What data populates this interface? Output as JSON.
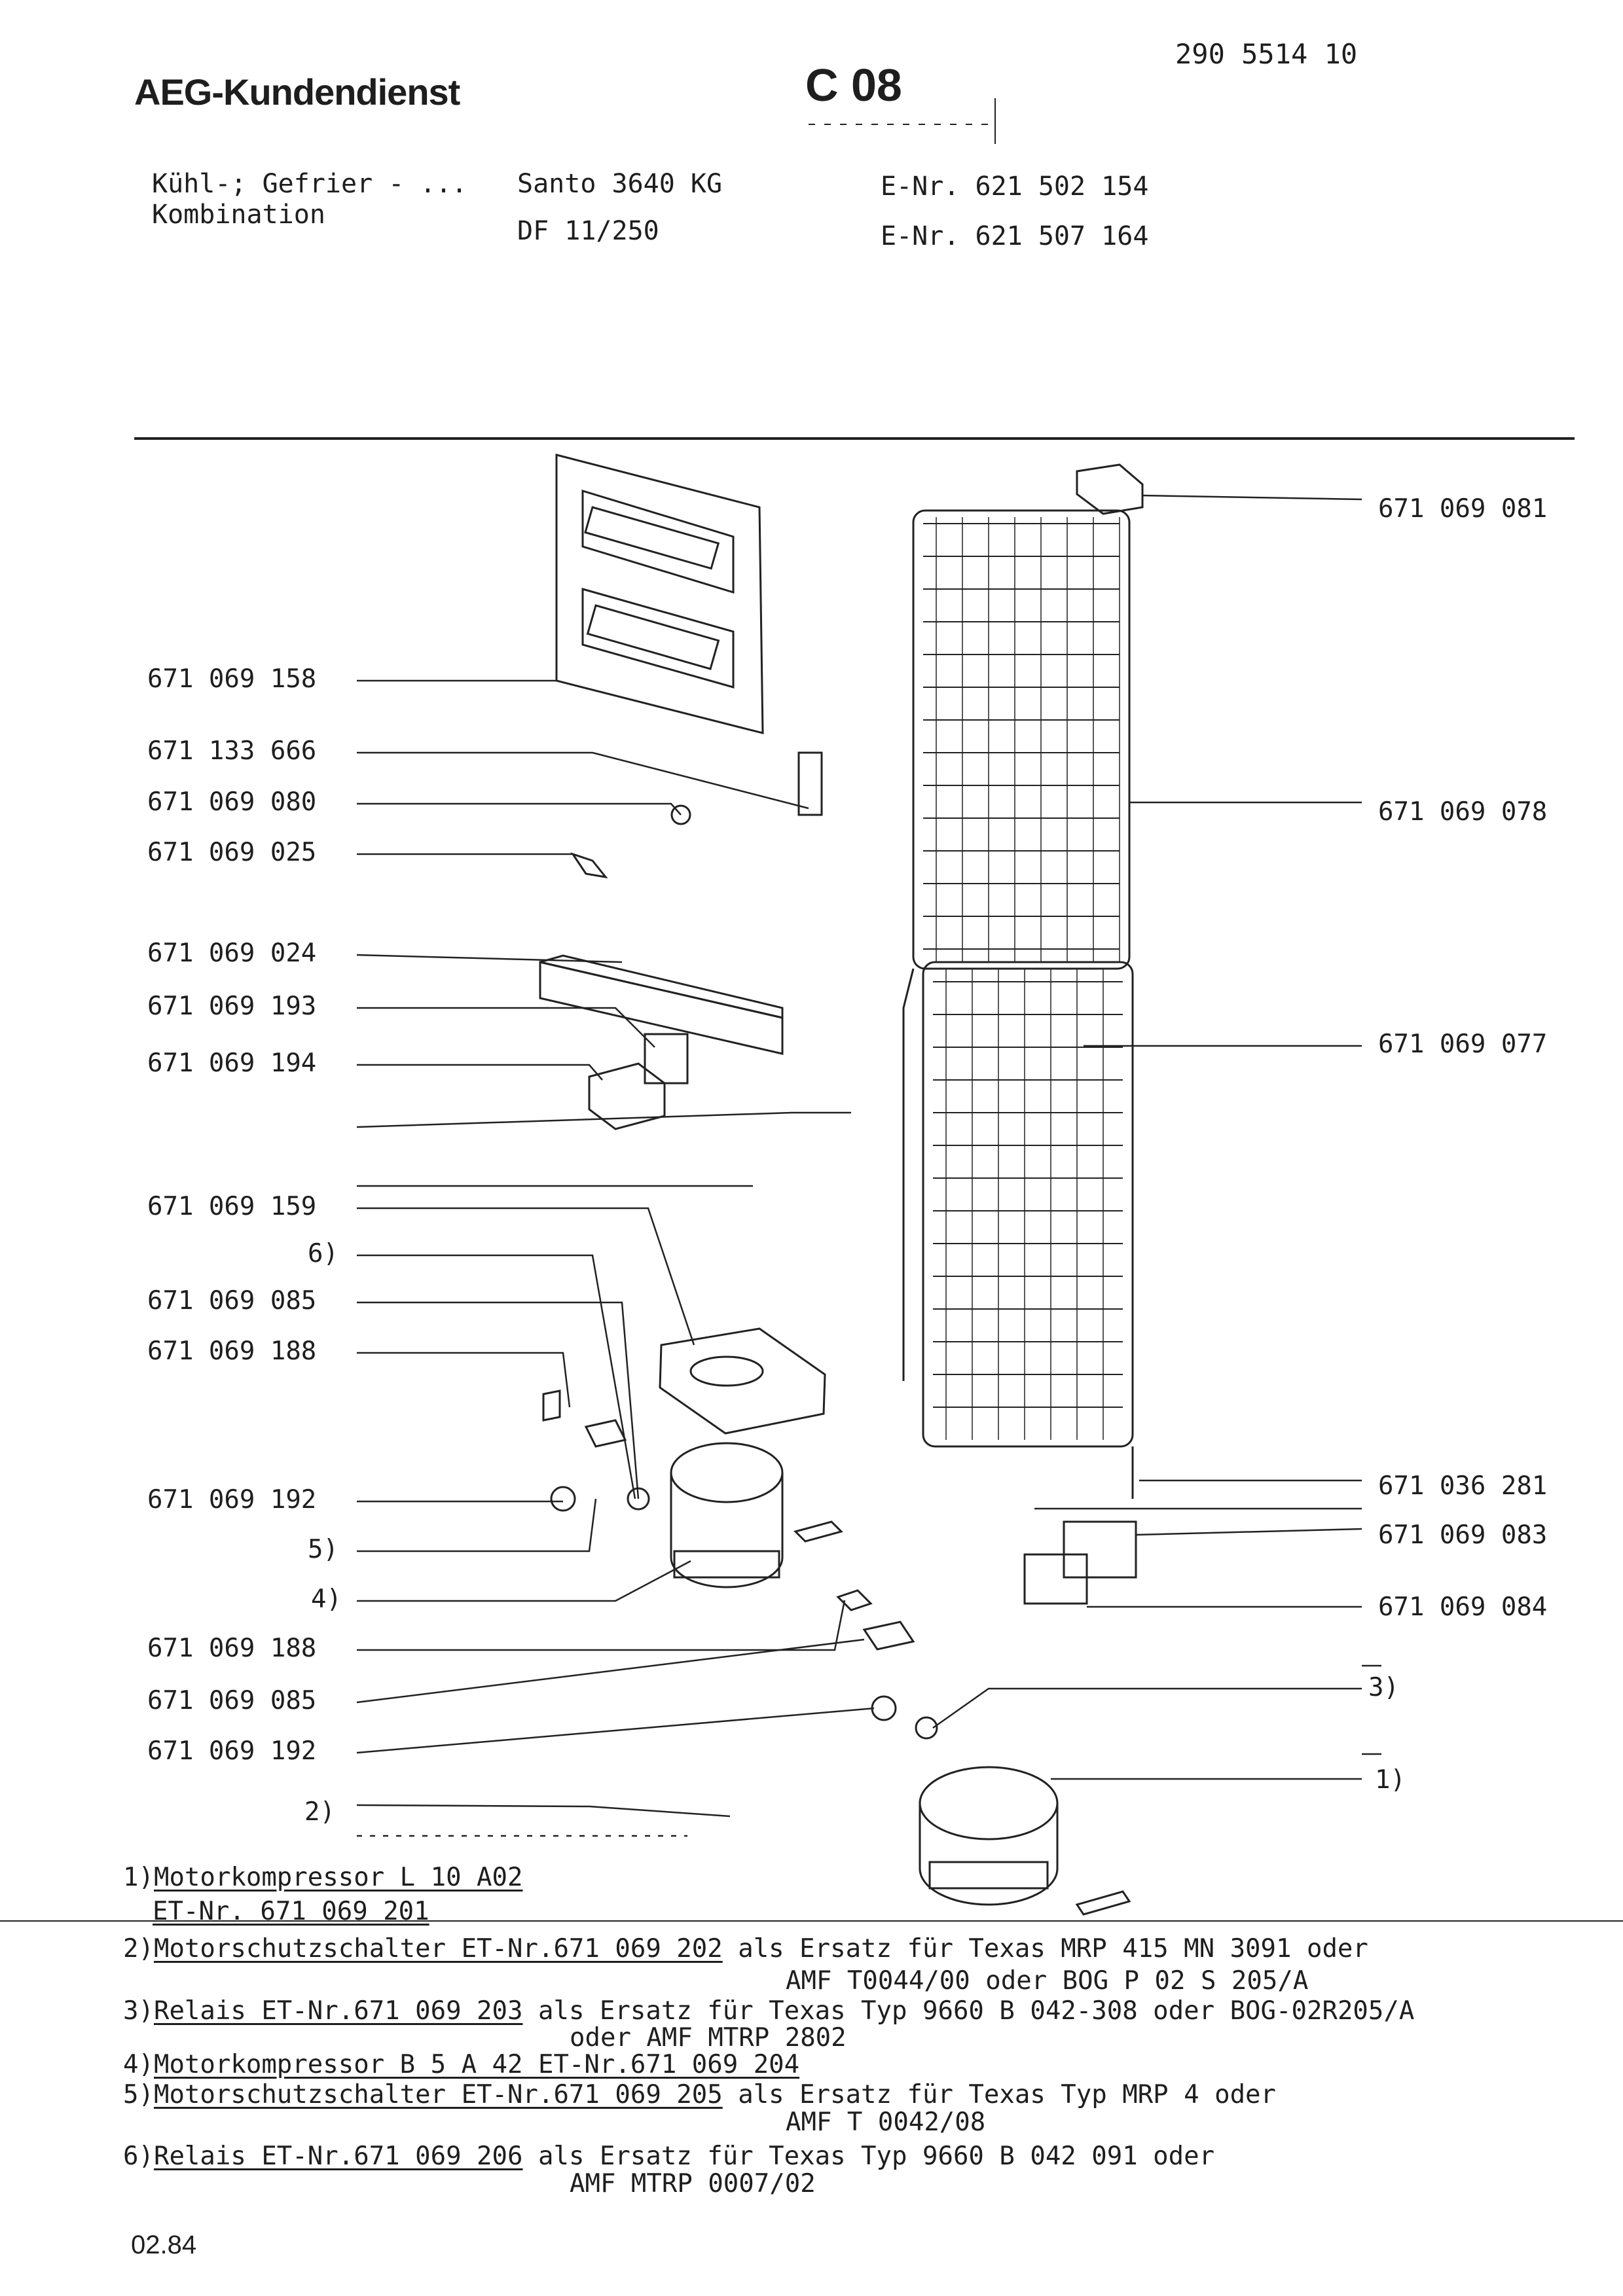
{
  "header": {
    "brand": "AEG-Kundendienst",
    "sheet": "C 08",
    "doc_number": "290 5514 10",
    "appliance_line1": "Kühl-; Gefrier - ...",
    "appliance_line2": "Kombination",
    "model": "Santo 3640 KG",
    "variant": "DF 11/250",
    "enr1": "E-Nr. 621 502 154",
    "enr2": "E-Nr. 621 507 164"
  },
  "parts_left": [
    "671 069 158",
    "671 133 666",
    "671 069 080",
    "671 069 025",
    "671 069 024",
    "671 069 193",
    "671 069 194",
    "671 069 159",
    "6)",
    "671 069 085",
    "671 069 188",
    "671 069 192",
    "5)",
    "4)",
    "671 069 188",
    "671 069 085",
    "671 069 192",
    "2)"
  ],
  "parts_right": [
    "671 069 081",
    "671 069 078",
    "671 069 077",
    "671 036 281",
    "671 069 083",
    "671 069 084",
    "3)",
    "1)"
  ],
  "notes": [
    {
      "num": "1)",
      "main": "Motorkompressor L 10 A02",
      "rest": "",
      "cont": [
        "ET-Nr. 671 069 201"
      ]
    },
    {
      "num": "2)",
      "main": "Motorschutzschalter ET-Nr.671 069 202",
      "rest": " als Ersatz für Texas MRP 415 MN 3091 oder",
      "cont": [
        "AMF T0044/00 oder BOG P 02 S 205/A"
      ]
    },
    {
      "num": "3)",
      "main": "Relais ET-Nr.671 069 203",
      "rest": " als Ersatz für Texas Typ 9660 B 042-308 oder BOG-02R205/A",
      "cont": [
        "oder AMF MTRP 2802"
      ]
    },
    {
      "num": "4)",
      "main": "Motorkompressor B 5 A 42",
      "rest": " ET-Nr.671 069 204",
      "cont": []
    },
    {
      "num": "5)",
      "main": "Motorschutzschalter ET-Nr.671 069 205",
      "rest": " als Ersatz für Texas Typ MRP 4 oder",
      "cont": [
        "AMF T 0042/08"
      ]
    },
    {
      "num": "6)",
      "main": "Relais ET-Nr.671 069 206",
      "rest": " als Ersatz für Texas Typ 9660 B 042 091 oder",
      "cont": [
        "AMF MTRP 0007/02"
      ]
    }
  ],
  "footer": {
    "date": "02.84"
  }
}
